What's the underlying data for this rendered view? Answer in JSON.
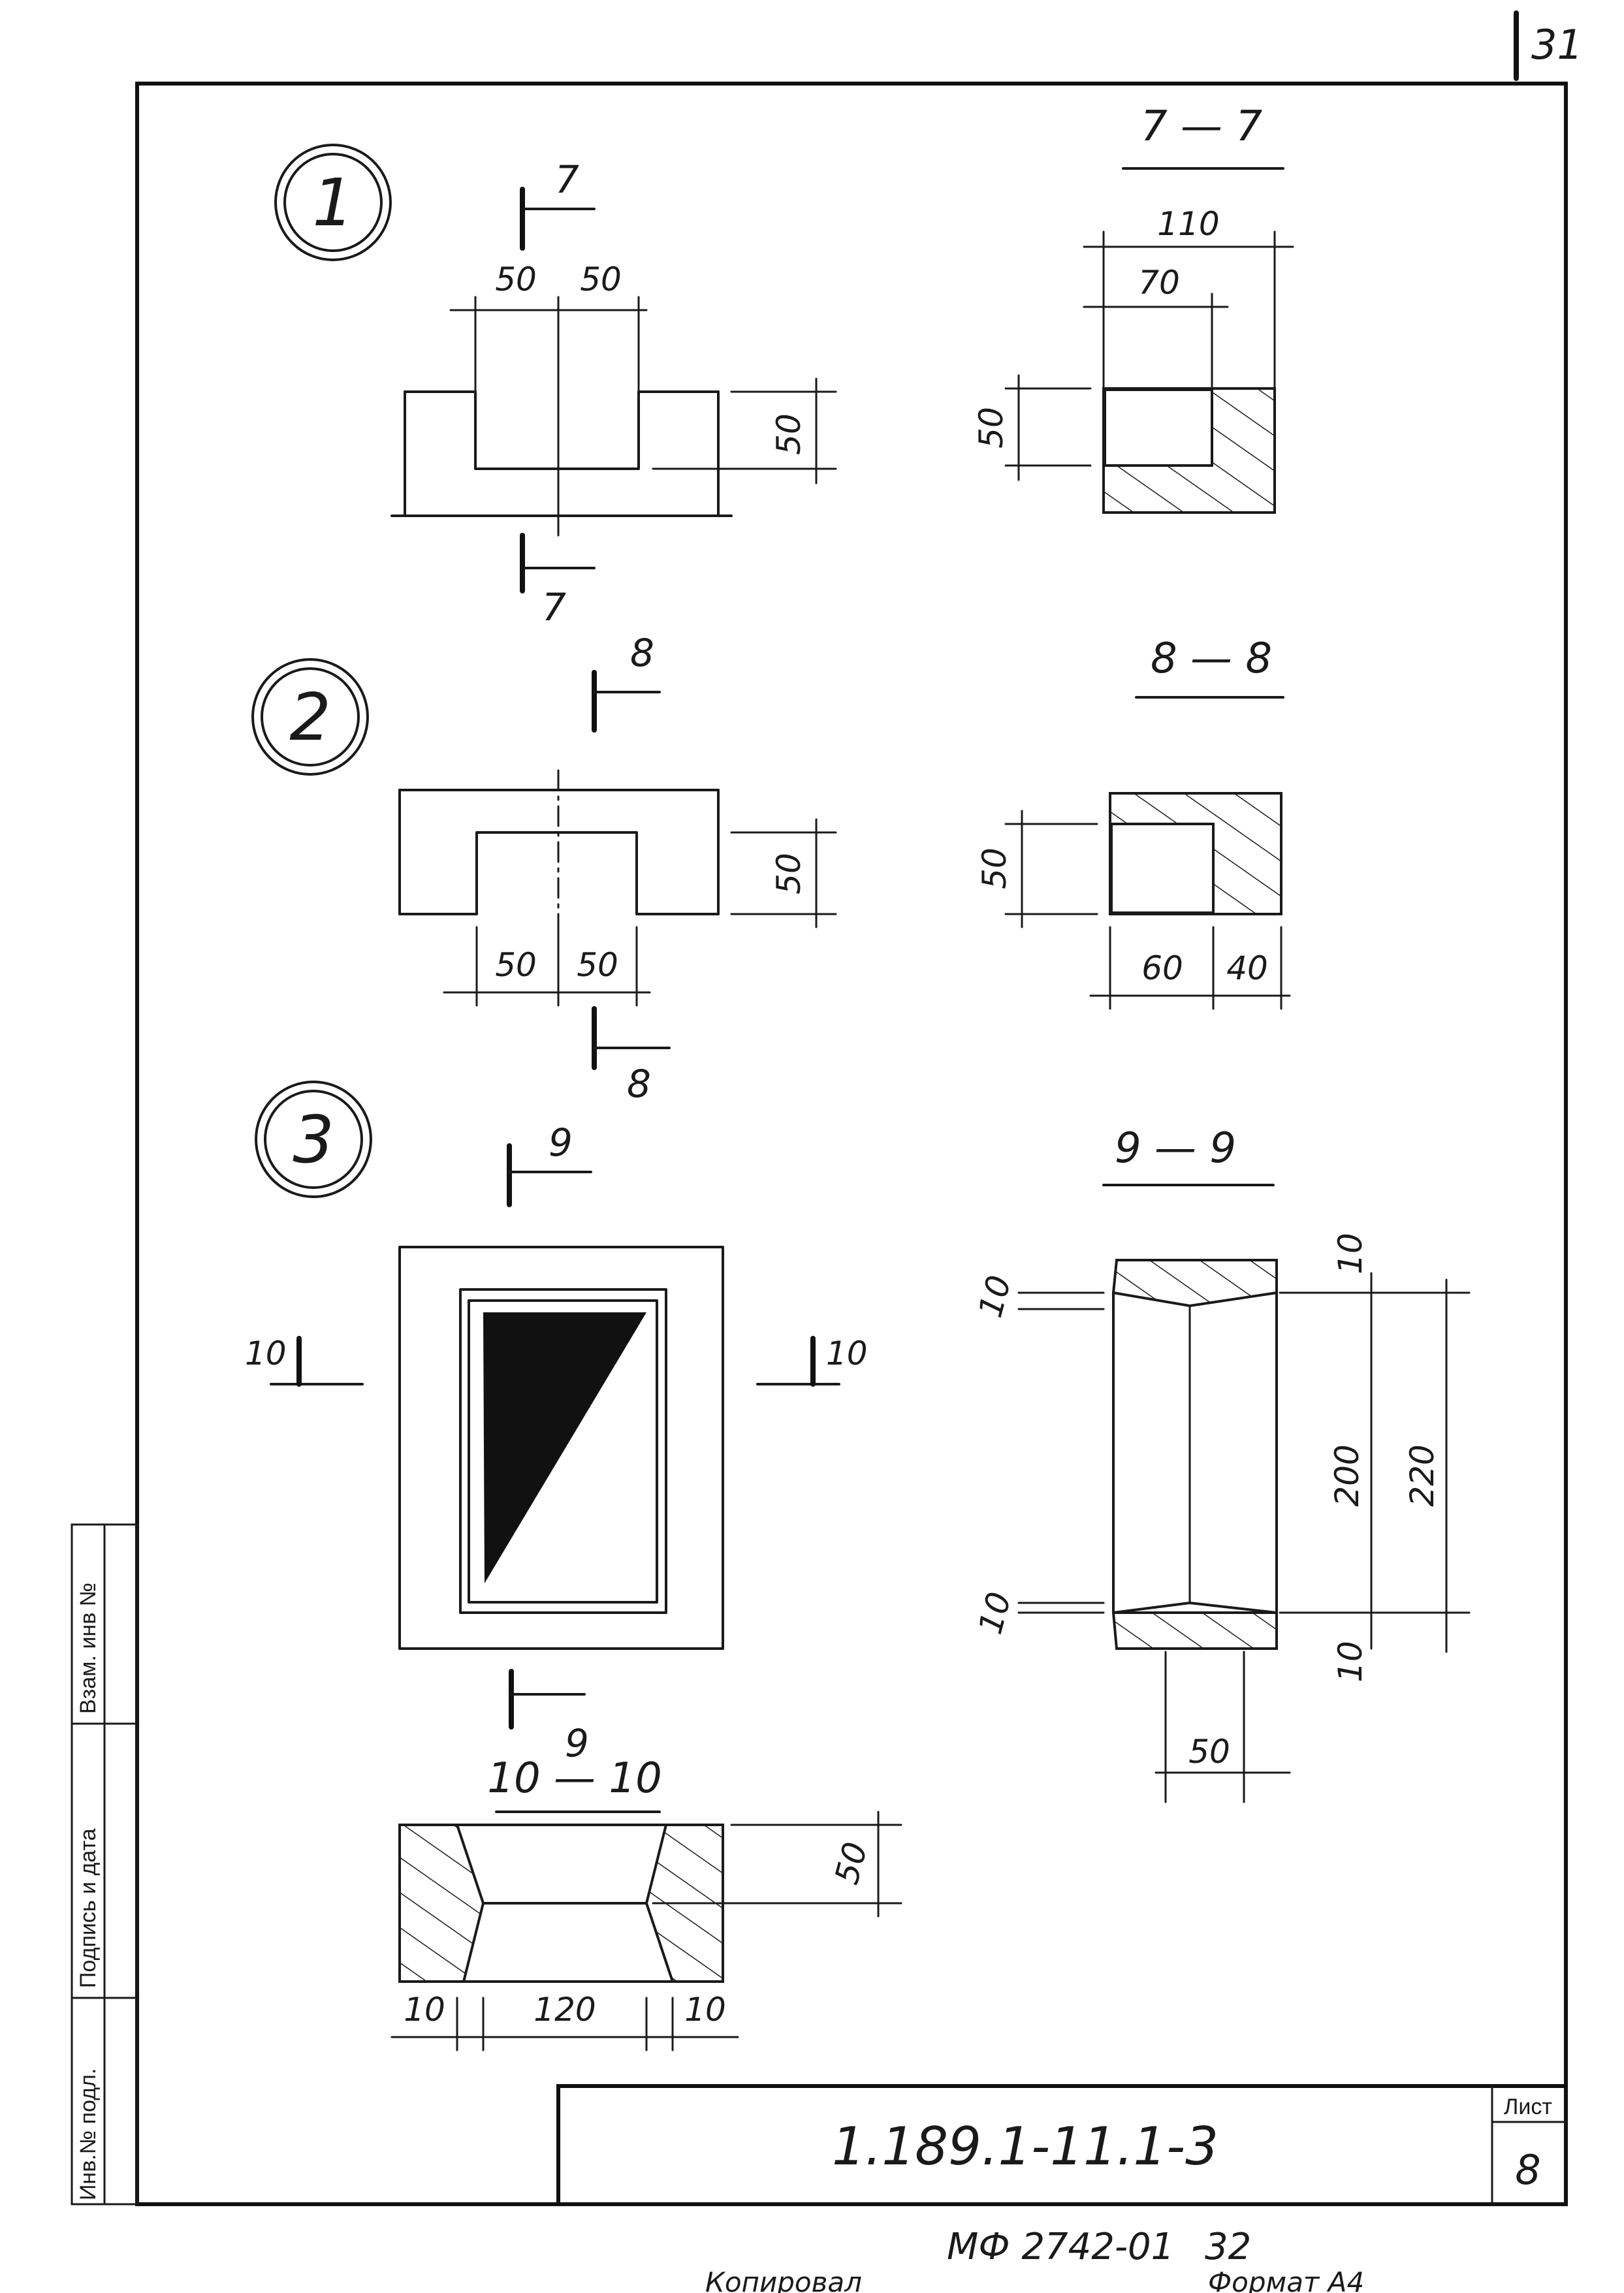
{
  "page_number": "31",
  "details": [
    {
      "number": "1"
    },
    {
      "number": "2"
    },
    {
      "number": "3"
    }
  ],
  "sections": {
    "s7": {
      "title": "7 — 7",
      "mark": "7"
    },
    "s8": {
      "title": "8 — 8",
      "mark": "8"
    },
    "s9": {
      "title": "9 — 9",
      "mark": "9"
    },
    "s10": {
      "title": "10 — 10",
      "mark": "10"
    }
  },
  "dimensions": {
    "d1_left": "50",
    "d1_right": "50",
    "d1_height": "50",
    "s7_total": "110",
    "s7_inner": "70",
    "s7_height": "50",
    "d2_left": "50",
    "d2_right": "50",
    "d2_height": "50",
    "s8_height": "50",
    "s8_left": "60",
    "s8_right": "40",
    "s9_top_left": "10",
    "s9_top_right": "10",
    "s9_inner": "200",
    "s9_outer": "220",
    "s9_bot_left": "10",
    "s9_bot_right": "10",
    "s9_width": "50",
    "s10_left": "10",
    "s10_mid": "120",
    "s10_right": "10",
    "s10_height": "50"
  },
  "side_stamp": {
    "inv_no_orig": "Инв.№ подл.",
    "signature_date": "Подпись и дата",
    "replace_inv": "Взам. инв №"
  },
  "title_block": {
    "doc_code": "1.189.1-11.1-3",
    "sheet_label": "Лист",
    "sheet_number": "8"
  },
  "footer": {
    "order_code": "МФ 2742-01",
    "order_sheet": "32",
    "copied_label": "Копировал",
    "format_label": "Формат А4"
  }
}
